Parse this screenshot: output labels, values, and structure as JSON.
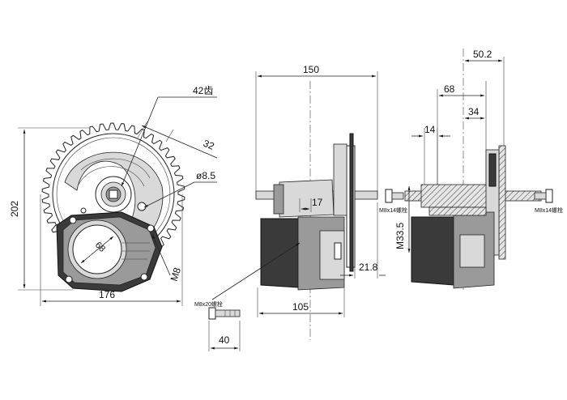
{
  "diagram": {
    "left_view": {
      "height_label": "202",
      "width_label": "176",
      "hole_count_label": "42齿",
      "offset_label": "32",
      "hole_diameter_label": "ø8.5",
      "motor_diameter_label": "68",
      "thread_label": "M8"
    },
    "middle_view": {
      "overall_width_label": "150",
      "spacing_label": "17",
      "base_width_label": "105",
      "offset_label": "21.8"
    },
    "bolt": {
      "callout_label": "M8x20螺栓",
      "length_label": "40"
    },
    "right_view": {
      "dim_50_label": "50.2",
      "dim_68_label": "68",
      "dim_34_label": "34",
      "dim_14_label": "14",
      "thread_label": "M33.5",
      "left_nut_label": "M8x14螺栓",
      "right_nut_label": "M8x14螺栓"
    }
  }
}
